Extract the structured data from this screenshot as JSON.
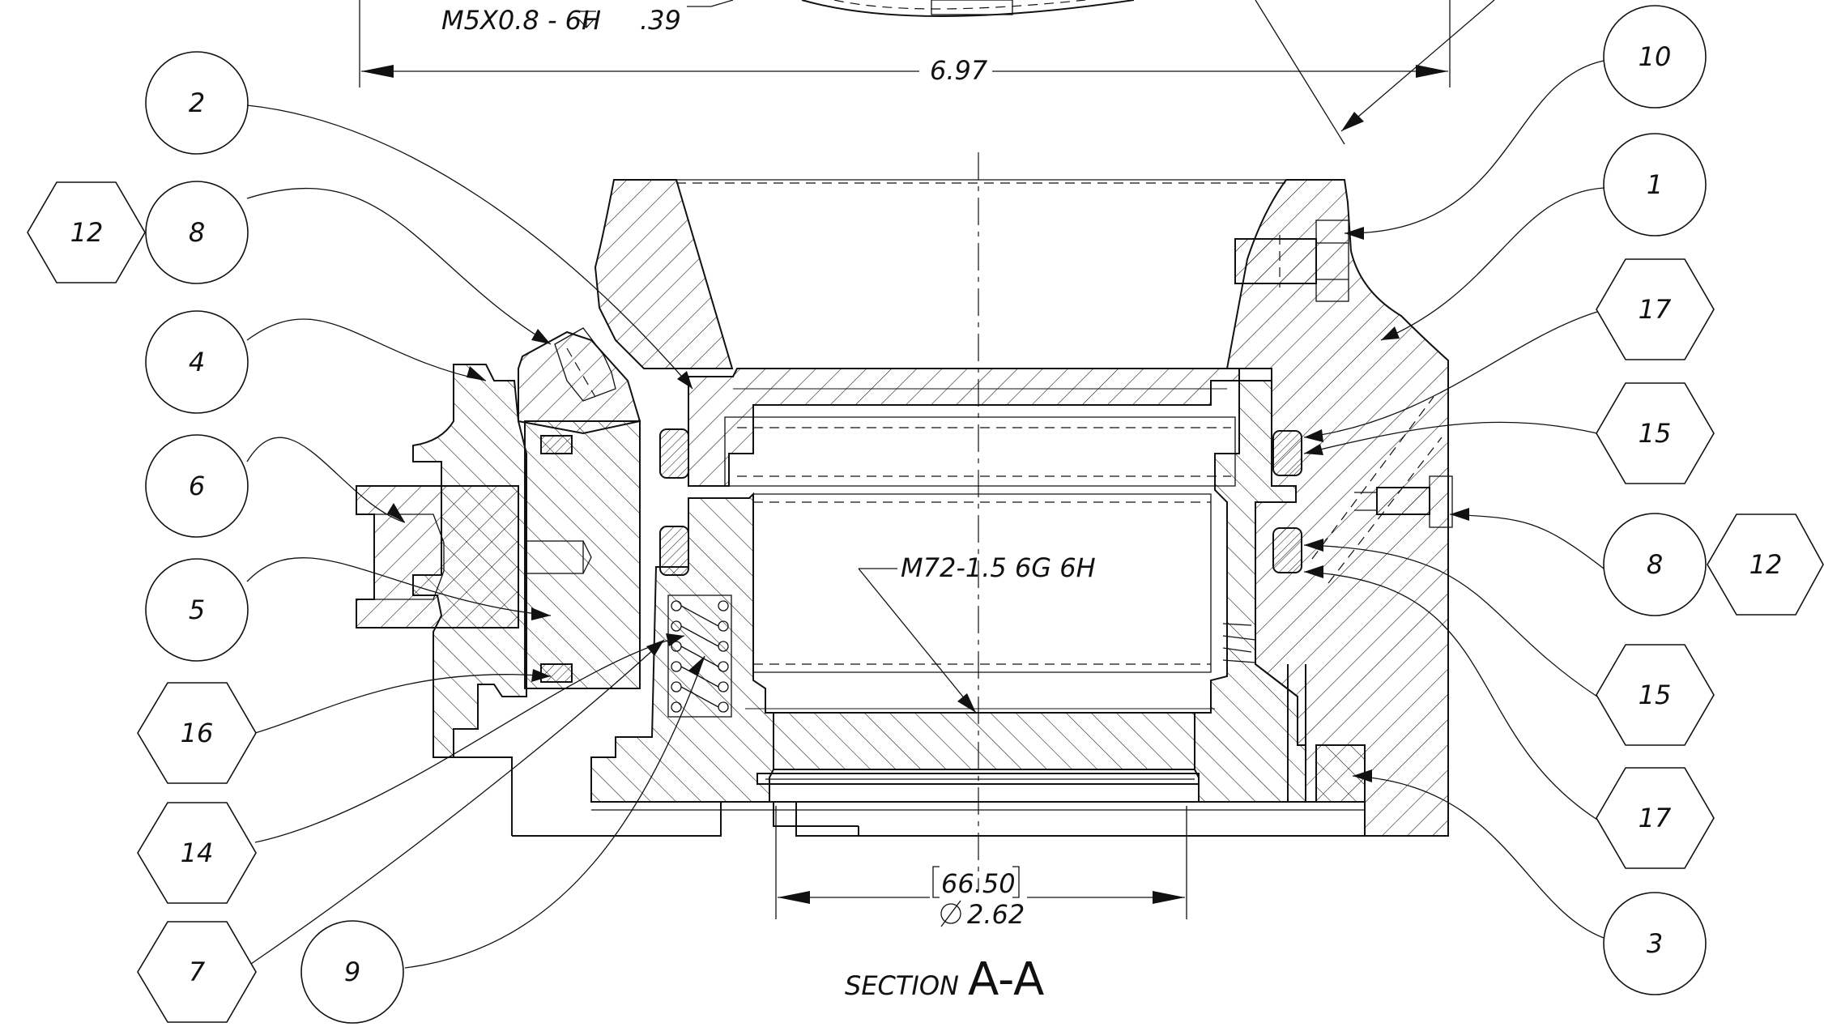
{
  "thread_callout_top": "M5X0.8 - 6H",
  "thread_callout_depth": ".39",
  "overall_width": "6.97",
  "internal_thread": "M72-1.5 6G 6H",
  "bore_dim_mm": "66.50",
  "bore_dim_in": "2.62",
  "section_label_small": "SECTION",
  "section_label_big": "A-A",
  "balloons_circle": [
    {
      "id": "b-2",
      "label": "2"
    },
    {
      "id": "b-8-left",
      "label": "8"
    },
    {
      "id": "b-4",
      "label": "4"
    },
    {
      "id": "b-6",
      "label": "6"
    },
    {
      "id": "b-5",
      "label": "5"
    },
    {
      "id": "b-9",
      "label": "9"
    },
    {
      "id": "b-10",
      "label": "10"
    },
    {
      "id": "b-1",
      "label": "1"
    },
    {
      "id": "b-8-right",
      "label": "8"
    },
    {
      "id": "b-3",
      "label": "3"
    }
  ],
  "balloons_hex": [
    {
      "id": "h-12-left",
      "label": "12"
    },
    {
      "id": "h-16",
      "label": "16"
    },
    {
      "id": "h-14",
      "label": "14"
    },
    {
      "id": "h-7",
      "label": "7"
    },
    {
      "id": "h-17-top",
      "label": "17"
    },
    {
      "id": "h-15-top",
      "label": "15"
    },
    {
      "id": "h-12-right",
      "label": "12"
    },
    {
      "id": "h-15-bottom",
      "label": "15"
    },
    {
      "id": "h-17-bottom",
      "label": "17"
    }
  ]
}
